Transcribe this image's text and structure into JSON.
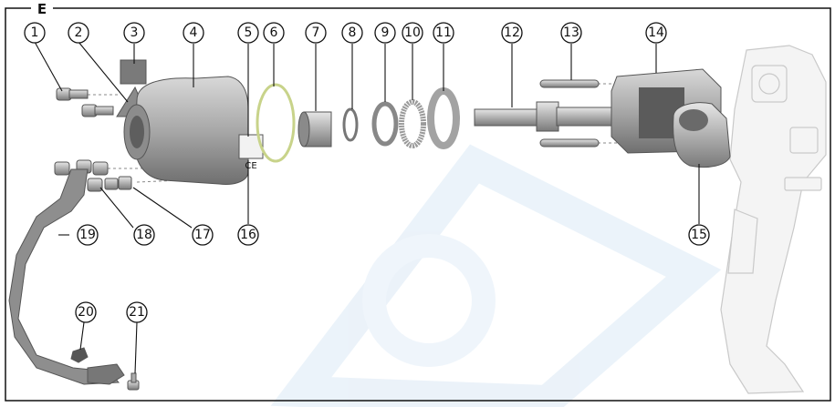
{
  "section_label": "E",
  "labels": [
    "1",
    "2",
    "3",
    "4",
    "5",
    "6",
    "7",
    "8",
    "9",
    "10",
    "11",
    "12",
    "13",
    "14",
    "15",
    "16",
    "17",
    "18",
    "19",
    "20",
    "21"
  ],
  "marks": {
    "ce": "CE"
  },
  "colors": {
    "frame": "#111111",
    "part_fill": "#a9a9a9",
    "part_dark": "#7c7c7c",
    "ghost": "#d6d6d6",
    "watermark": "#e6f0f8"
  }
}
